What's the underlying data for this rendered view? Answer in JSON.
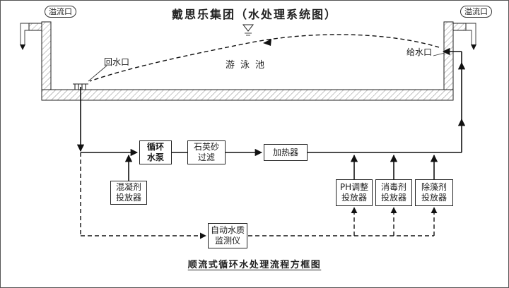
{
  "title": "戴思乐集团（水处理系统图）",
  "caption": "顺流式循环水处理流程方框图",
  "pool": {
    "overflow_left": "溢流口",
    "overflow_right": "溢流口",
    "return_outlet": "回水口",
    "pool_name": "游泳池",
    "supply_outlet": "给水口"
  },
  "flow_boxes": {
    "pump": {
      "lines": [
        "循环",
        "水泵"
      ]
    },
    "filter": {
      "lines": [
        "石英砂",
        "过滤"
      ]
    },
    "heater": {
      "lines": [
        "加热器"
      ]
    },
    "coagulant": {
      "lines": [
        "混凝剂",
        "投放器"
      ]
    },
    "ph_doser": {
      "lines": [
        "PH调整",
        "投放器"
      ]
    },
    "disinfectant_doser": {
      "lines": [
        "消毒剂",
        "投放器"
      ]
    },
    "algaecide_doser": {
      "lines": [
        "除藻剂",
        "投放器"
      ]
    },
    "water_monitor": {
      "lines": [
        "自动水质",
        "监测仪"
      ]
    }
  },
  "colors": {
    "ink": "#1b1b1b",
    "background": "#ffffff"
  }
}
